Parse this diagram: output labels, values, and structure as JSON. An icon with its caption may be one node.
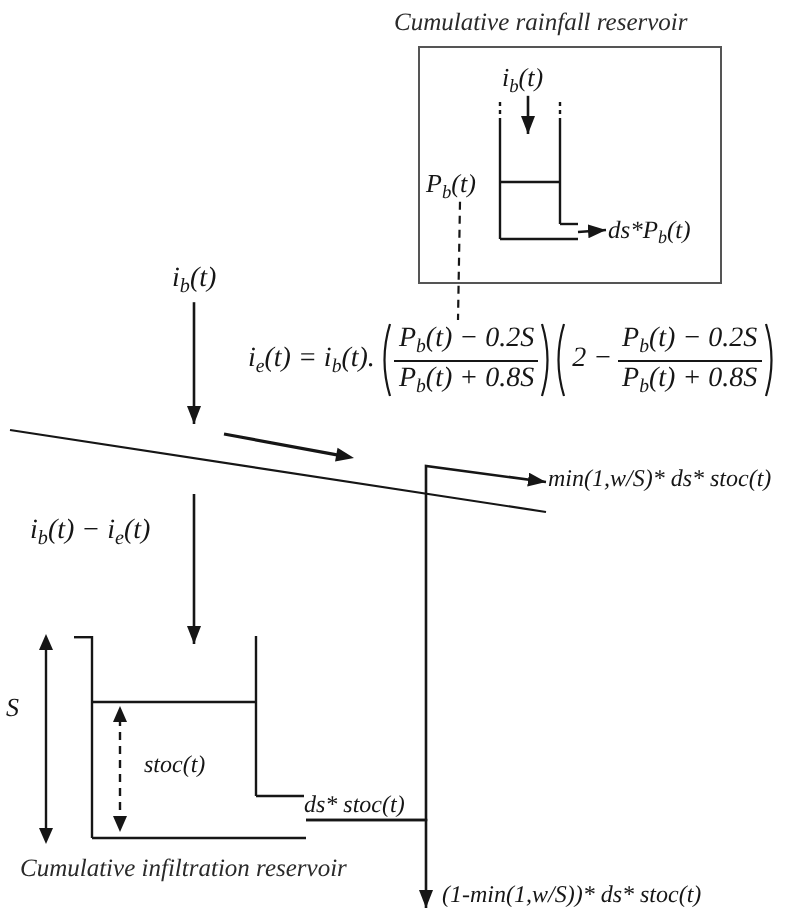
{
  "diagram": {
    "nodes": [
      {
        "text": [
          "Cumulative rainfall reservoir"
        ]
      },
      {
        "text": [
          "i$_{b}$(t)"
        ],
        "in": 0
      },
      {
        "text": [],
        "shape": "tank",
        "in": 0
      },
      {
        "text": [
          "P$_{b}$(t)"
        ],
        "in": 0
      },
      {
        "text": [
          "ds*P$_{b}$(t)"
        ],
        "in": 0
      },
      {
        "text": [
          "i$_{b}$(t)"
        ]
      },
      {
        "text": [
          "i$_{e}$(t) = i$_{b}$(t).",
          "P$_{b}$(t) − 0.2S",
          "P$_{b}$(t) + 0.8S",
          "2 −",
          "P$_{b}$(t) − 0.2S",
          "P$_{b}$(t) + 0.8S"
        ]
      },
      {
        "text": [
          "min(1,w/S)* ds* stoc(t)"
        ]
      },
      {
        "text": [],
        "shape": "tank",
        "beside": [
          "Cumulative infiltration reservoir"
        ]
      },
      {
        "text": [
          "(1-min(1,w/S))* ds* stoc(t)"
        ]
      }
    ],
    "edges": [
      {
        "from": 1,
        "to": 2,
        "arrow": "to"
      },
      {
        "from": 2,
        "to": 4,
        "arrow": "to"
      },
      {
        "from": 3,
        "to": 6,
        "arrow": "none",
        "style": "dashed"
      },
      {
        "from": 5,
        "to": null,
        "arrow": "to"
      },
      {
        "from": null,
        "to": 8,
        "arrow": "to",
        "label": "i$_{b}$(t) − i$_{e}$(t)"
      },
      {
        "from": 8,
        "to": 7,
        "arrow": "to"
      },
      {
        "from": 8,
        "to": 9,
        "arrow": "to"
      }
    ],
    "labels": [
      "S",
      "stoc(t)",
      "ds* stoc(t)"
    ]
  }
}
